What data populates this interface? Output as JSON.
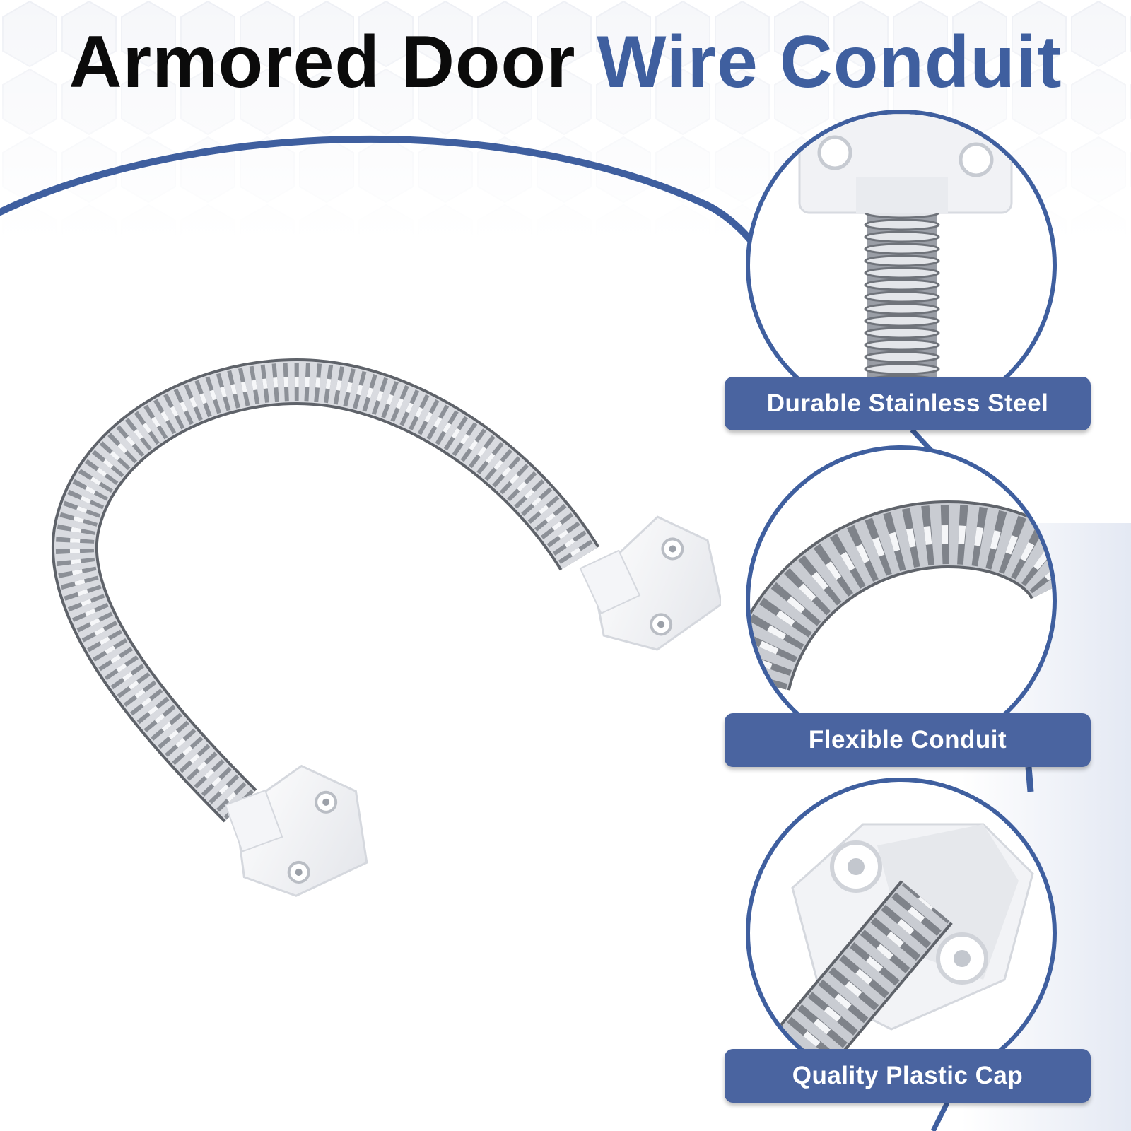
{
  "title": {
    "part1": "Armored Door",
    "part2": "Wire Conduit"
  },
  "features": [
    {
      "label": "Durable Stainless Steel"
    },
    {
      "label": "Flexible Conduit"
    },
    {
      "label": "Quality Plastic Cap"
    }
  ],
  "colors": {
    "accent": "#3f5f9f",
    "badge": "#4a64a0",
    "title_black": "#0b0b0b",
    "badge_text": "#ffffff"
  },
  "icons": {
    "product": "armored-door-loop-photo",
    "detail_1": "stainless-steel-coil-closeup",
    "detail_2": "flexible-conduit-closeup",
    "detail_3": "plastic-cap-closeup"
  }
}
